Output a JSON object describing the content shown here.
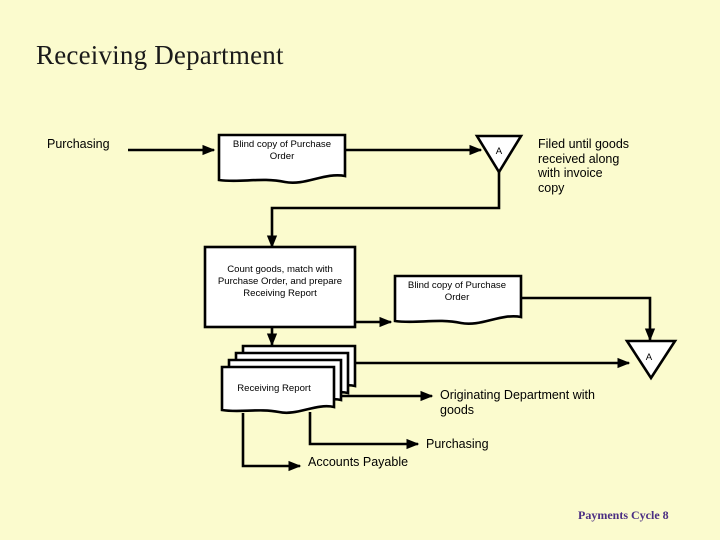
{
  "slide": {
    "title": "Receiving Department",
    "background_color": "#FBFBCE",
    "footer": "Payments Cycle 8",
    "footer_color": "#4B2E83"
  },
  "labels": {
    "purchasing_source": "Purchasing",
    "filed_note": "Filed until goods received along with invoice copy",
    "originating_department": "Originating Department with goods",
    "purchasing_destination": "Purchasing",
    "accounts_payable": "Accounts Payable"
  },
  "nodes": [
    {
      "id": "doc-blind-copy-po-top",
      "shape": "document",
      "text": "Blind copy of Purchase Order"
    },
    {
      "id": "connector-a-top",
      "shape": "offpage-connector-triangle",
      "text": "A"
    },
    {
      "id": "process-count-goods",
      "shape": "process",
      "text": "Count goods, match with Purchase Order, and prepare Receiving Report"
    },
    {
      "id": "doc-blind-copy-po-mid",
      "shape": "document",
      "text": "Blind copy of Purchase Order"
    },
    {
      "id": "connector-a-bottom",
      "shape": "offpage-connector-triangle",
      "text": "A"
    },
    {
      "id": "doc-stack-receiving-report",
      "shape": "multi-document",
      "copies": 4,
      "text": "Receiving Report"
    }
  ],
  "chart_data": {
    "type": "diagram",
    "title": "Receiving Department",
    "diagram_kind": "flowchart",
    "nodes": [
      {
        "name": "Purchasing",
        "kind": "source-label"
      },
      {
        "name": "Blind copy of Purchase Order",
        "kind": "document"
      },
      {
        "name": "A",
        "kind": "triangle-file-connector"
      },
      {
        "name": "Filed until goods received along with invoice copy",
        "kind": "annotation"
      },
      {
        "name": "Count goods, match with Purchase Order, and prepare Receiving Report",
        "kind": "process"
      },
      {
        "name": "Blind copy of Purchase Order",
        "kind": "document"
      },
      {
        "name": "A",
        "kind": "triangle-file-connector"
      },
      {
        "name": "Receiving Report",
        "kind": "multi-document"
      },
      {
        "name": "Originating Department with goods",
        "kind": "destination-label"
      },
      {
        "name": "Purchasing",
        "kind": "destination-label"
      },
      {
        "name": "Accounts Payable",
        "kind": "destination-label"
      }
    ],
    "edges": [
      {
        "from": "Purchasing",
        "to": "Blind copy of Purchase Order"
      },
      {
        "from": "Blind copy of Purchase Order",
        "to": "A"
      },
      {
        "from": "A",
        "to": "Count goods, match with Purchase Order, and prepare Receiving Report"
      },
      {
        "from": "Count goods, match with Purchase Order, and prepare Receiving Report",
        "to": "Blind copy of Purchase Order"
      },
      {
        "from": "Blind copy of Purchase Order",
        "to": "A"
      },
      {
        "from": "Count goods, match with Purchase Order, and prepare Receiving Report",
        "to": "Receiving Report"
      },
      {
        "from": "Receiving Report",
        "to": "A"
      },
      {
        "from": "Receiving Report",
        "to": "Originating Department with goods"
      },
      {
        "from": "Receiving Report",
        "to": "Purchasing"
      },
      {
        "from": "Receiving Report",
        "to": "Accounts Payable"
      }
    ]
  }
}
